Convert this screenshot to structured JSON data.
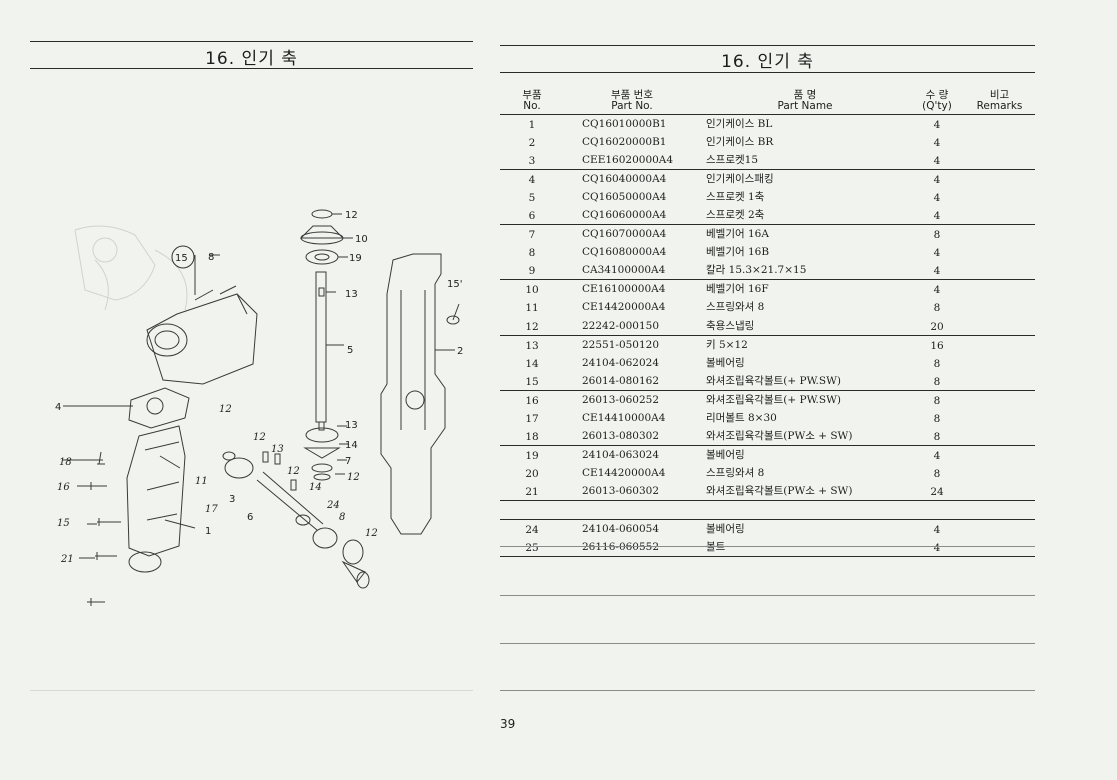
{
  "page": {
    "left_title": "16. 인기 축",
    "right_title": "16. 인기 축",
    "page_number": "39"
  },
  "table": {
    "headers": {
      "no_ko": "부품",
      "no_en": "No.",
      "part_ko": "부품  번호",
      "part_en": "Part  No.",
      "name_ko": "품      명",
      "name_en": "Part      Name",
      "qty_ko": "수  량",
      "qty_en": "(Q'ty)",
      "remarks_ko": "비고",
      "remarks_en": "Remarks"
    },
    "rows": [
      {
        "no": "1",
        "part": "CQ16010000B1",
        "name": "인기케이스 BL",
        "qty": "4"
      },
      {
        "no": "2",
        "part": "CQ16020000B1",
        "name": "인기케이스 BR",
        "qty": "4"
      },
      {
        "no": "3",
        "part": "CEE16020000A4",
        "name": "스프로켓15",
        "qty": "4"
      },
      {
        "no": "4",
        "part": "CQ16040000A4",
        "name": "인기케이스패킹",
        "qty": "4"
      },
      {
        "no": "5",
        "part": "CQ16050000A4",
        "name": "스프로켓 1축",
        "qty": "4"
      },
      {
        "no": "6",
        "part": "CQ16060000A4",
        "name": "스프로켓 2축",
        "qty": "4"
      },
      {
        "no": "7",
        "part": "CQ16070000A4",
        "name": "베벨기어 16A",
        "qty": "8"
      },
      {
        "no": "8",
        "part": "CQ16080000A4",
        "name": "베벨기어 16B",
        "qty": "4"
      },
      {
        "no": "9",
        "part": "CA34100000A4",
        "name": "칼라 15.3×21.7×15",
        "qty": "4"
      },
      {
        "no": "10",
        "part": "CE16100000A4",
        "name": "베벨기어 16F",
        "qty": "4"
      },
      {
        "no": "11",
        "part": "CE14420000A4",
        "name": "스프링와셔 8",
        "qty": "8"
      },
      {
        "no": "12",
        "part": "22242-000150",
        "name": "축용스냅링",
        "qty": "20"
      },
      {
        "no": "13",
        "part": "22551-050120",
        "name": "키 5×12",
        "qty": "16"
      },
      {
        "no": "14",
        "part": "24104-062024",
        "name": "볼베어링",
        "qty": "8"
      },
      {
        "no": "15",
        "part": "26014-080162",
        "name": "와셔조립육각볼트(+ PW.SW)",
        "qty": "8"
      },
      {
        "no": "16",
        "part": "26013-060252",
        "name": "와셔조립육각볼트(+ PW.SW)",
        "qty": "8"
      },
      {
        "no": "17",
        "part": "CE14410000A4",
        "name": "리머볼트 8×30",
        "qty": "8"
      },
      {
        "no": "18",
        "part": "26013-080302",
        "name": "와셔조립육각볼트(PW소  +  SW)",
        "qty": "8"
      },
      {
        "no": "19",
        "part": "24104-063024",
        "name": "볼베어링",
        "qty": "4"
      },
      {
        "no": "20",
        "part": "CE14420000A4",
        "name": "스프링와셔 8",
        "qty": "8"
      },
      {
        "no": "21",
        "part": "26013-060302",
        "name": "와셔조립육각볼트(PW소  + SW)",
        "qty": "24"
      },
      {
        "no": "",
        "part": "",
        "name": "",
        "qty": ""
      },
      {
        "no": "24",
        "part": "24104-060054",
        "name": "볼베어링",
        "qty": "4"
      },
      {
        "no": "25",
        "part": "26116-060552",
        "name": "볼트",
        "qty": "4"
      }
    ]
  },
  "diagram": {
    "callouts": [
      "12",
      "10",
      "19",
      "13",
      "5",
      "2",
      "15'",
      "15",
      "8",
      "4",
      "14",
      "7",
      "12",
      "18",
      "16",
      "11",
      "17",
      "15",
      "1",
      "21",
      "3",
      "6",
      "12",
      "13",
      "13",
      "12",
      "12",
      "14",
      "24",
      "8",
      "12"
    ]
  }
}
